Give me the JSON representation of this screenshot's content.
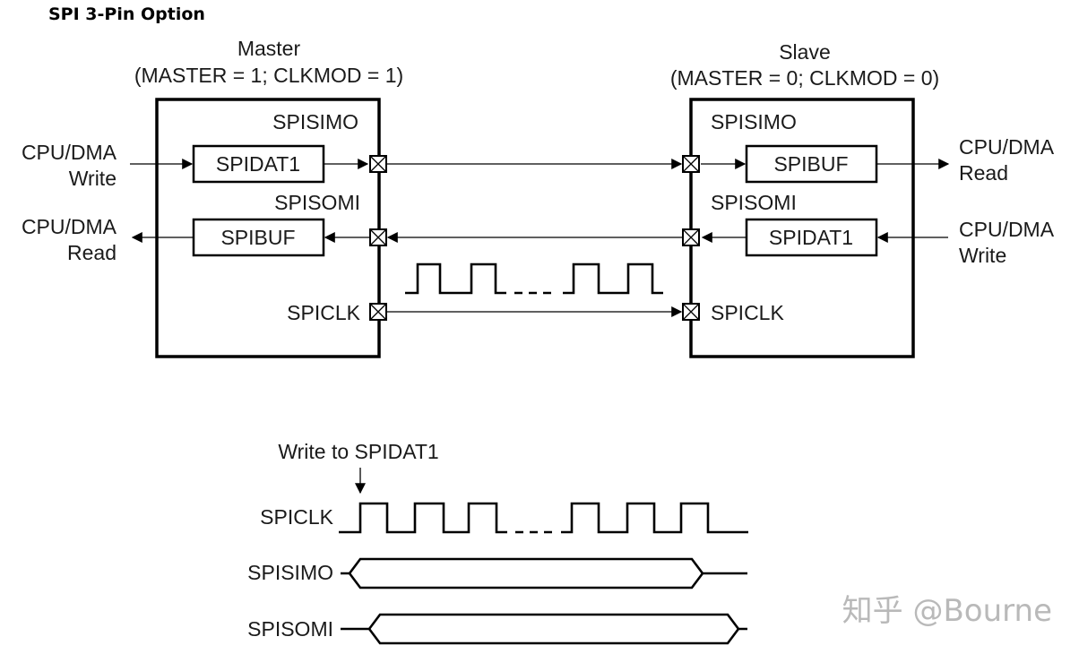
{
  "title": "SPI 3-Pin Option",
  "master": {
    "name": "Master",
    "config": "(MASTER = 1; CLKMOD = 1)",
    "pins": {
      "simo": "SPISIMO",
      "somi": "SPISOMI",
      "clk": "SPICLK"
    },
    "tx_register": "SPIDAT1",
    "rx_register": "SPIBUF",
    "cpu_write_line1": "CPU/DMA",
    "cpu_write_line2": "Write",
    "cpu_read_line1": "CPU/DMA",
    "cpu_read_line2": "Read"
  },
  "slave": {
    "name": "Slave",
    "config": "(MASTER = 0; CLKMOD = 0)",
    "pins": {
      "simo": "SPISIMO",
      "somi": "SPISOMI",
      "clk": "SPICLK"
    },
    "rx_register": "SPIBUF",
    "tx_register": "SPIDAT1",
    "cpu_read_line1": "CPU/DMA",
    "cpu_read_line2": "Read",
    "cpu_write_line1": "CPU/DMA",
    "cpu_write_line2": "Write"
  },
  "timing": {
    "trigger_label": "Write to SPIDAT1",
    "signals": [
      "SPICLK",
      "SPISIMO",
      "SPISOMI"
    ]
  },
  "watermark": "知乎 @Bourne"
}
